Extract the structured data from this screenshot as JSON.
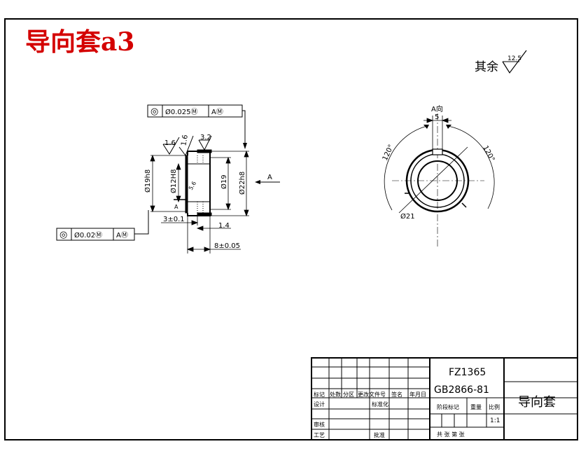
{
  "heading": {
    "text": "导向套a3",
    "color": "#d40000"
  },
  "roughness_note": {
    "label": "其余",
    "value": "12.5"
  },
  "front_view": {
    "fcf_top": {
      "symbol": "◎",
      "tolerance": "Ø0.025Ⓜ",
      "datum": "AⓂ"
    },
    "fcf_bottom": {
      "symbol": "◎",
      "tolerance": "Ø0.02Ⓜ",
      "datum": "AⓂ"
    },
    "roughness_1": "1.6",
    "roughness_2": "1.6",
    "roughness_3": "3.2",
    "dim_outer_left": "Ø19h8",
    "dim_bore": "Ø12H8",
    "dim_groove": "Ø19",
    "dim_outer_right": "Ø22h8",
    "dim_chamfer": "5.6",
    "dim_left_len": "3±0.1",
    "dim_flange": "1.4",
    "dim_total_len": "8±0.05",
    "datum_label": "A",
    "view_arrow_label": "A"
  },
  "side_view": {
    "view_label": "A向",
    "dim_slot": "5",
    "angle_left": "120°",
    "angle_right": "120°",
    "dim_diameter": "Ø21"
  },
  "title_block": {
    "code": "FZ1365",
    "standard": "GB2866-81",
    "part_name": "导向套",
    "col_mark": "标记",
    "col_count": "处数",
    "col_zone": "分区",
    "col_doc": "更改文件号",
    "col_sign": "签名",
    "col_date": "年月日",
    "row_design": "设计",
    "row_standard": "标准化",
    "row_stage": "阶段标记",
    "row_weight": "重量",
    "row_scale": "比例",
    "scale_value": "1:1",
    "row_review": "审核",
    "row_process": "工艺",
    "row_approve": "批准",
    "sheet_info": "共 张 第 张"
  }
}
